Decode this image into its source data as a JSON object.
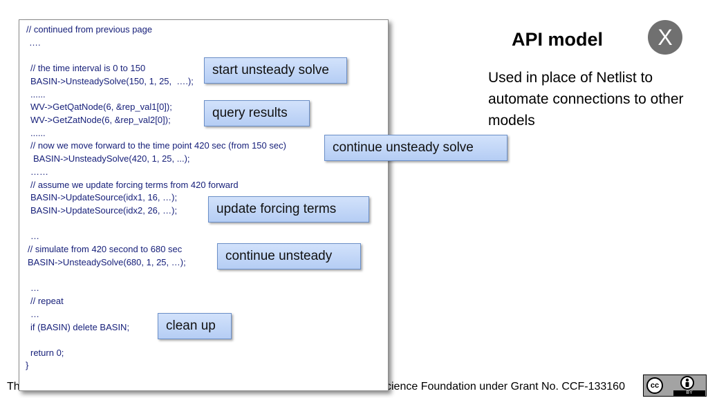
{
  "slide": {
    "title": "API model",
    "close_glyph": "X",
    "description": "Used in place of Netlist to automate connections to other models",
    "footer_left": "Th",
    "footer_right": "cience Foundation under Grant No. CCF-133160",
    "license_badge": {
      "cc_text": "cc",
      "by_text": "BY",
      "icon": "creative-commons-by-icon"
    }
  },
  "code": {
    "l1": "// continued from previous page",
    "l2": "….",
    "l3": "// the time interval is 0 to 150",
    "l4": "BASIN->UnsteadySolve(150, 1, 25,  ….);",
    "l5": "......",
    "l6": "WV->GetQatNode(6, &rep_val1[0]);",
    "l7": "WV->GetZatNode(6, &rep_val2[0]);",
    "l8": "......",
    "l9": "// now we move forward to the time point 420 sec (from 150 sec)",
    "l10": "BASIN->UnsteadySolve(420, 1, 25, ...);",
    "l11": "……",
    "l12": "// assume we update forcing terms from 420 forward",
    "l13": "BASIN->UpdateSource(idx1, 16, …);",
    "l14": "BASIN->UpdateSource(idx2, 26, …);",
    "l15": "…",
    "l16": "// simulate from 420 second to 680 sec",
    "l17": "BASIN->UnsteadySolve(680, 1, 25, …);",
    "l18": "…",
    "l19": "// repeat",
    "l20": "…",
    "l21": "if (BASIN) delete BASIN;",
    "l22": "return 0;",
    "l23": "}"
  },
  "callouts": {
    "start": "start unsteady solve",
    "query": "query results",
    "continue_solve": "continue unsteady solve",
    "update": "update forcing terms",
    "continue": "continue unsteady",
    "cleanup": "clean up"
  }
}
